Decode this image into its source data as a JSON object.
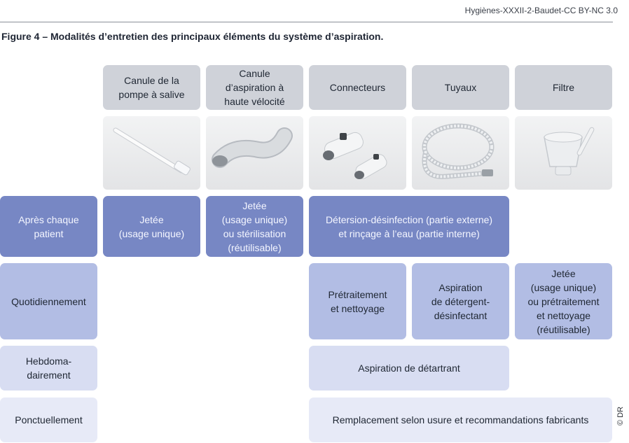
{
  "header": {
    "credit": "Hygiènes-XXXII-2-Baudet-CC BY-NC 3.0"
  },
  "figure": {
    "title": "Figure 4 – Modalités d’entretien des principaux éléments du système d’aspiration."
  },
  "columns": [
    {
      "label": "Canule de la\npompe à salive",
      "icon": "saliva-ejector-icon"
    },
    {
      "label": "Canule\nd’aspiration  à\nhaute vélocité",
      "icon": "high-volume-suction-cannula-icon"
    },
    {
      "label": "Connecteurs",
      "icon": "connectors-icon"
    },
    {
      "label": "Tuyaux",
      "icon": "tubing-icon"
    },
    {
      "label": "Filtre",
      "icon": "filter-icon"
    }
  ],
  "rows": [
    {
      "label": "Après chaque\npatient",
      "cells": [
        "Jetée\n(usage unique)",
        "Jetée\n(usage unique)\nou stérilisation\n(réutilisable)",
        "Détersion-désinfection (partie externe)\net rinçage à l’eau (partie interne)"
      ]
    },
    {
      "label": "Quotidiennement",
      "cells": [
        "Prétraitement\net nettoyage",
        "Aspiration\nde  détergent-\ndésinfectant",
        "Jetée\n(usage unique)\nou prétraitement\net nettoyage\n(réutilisable)"
      ]
    },
    {
      "label": "Hebdoma-\ndairement",
      "cells": [
        "Aspiration de détartrant"
      ]
    },
    {
      "label": "Ponctuellement",
      "cells": [
        "Remplacement selon usure et recommandations fabricants"
      ]
    }
  ],
  "photo_credit": "© DR"
}
